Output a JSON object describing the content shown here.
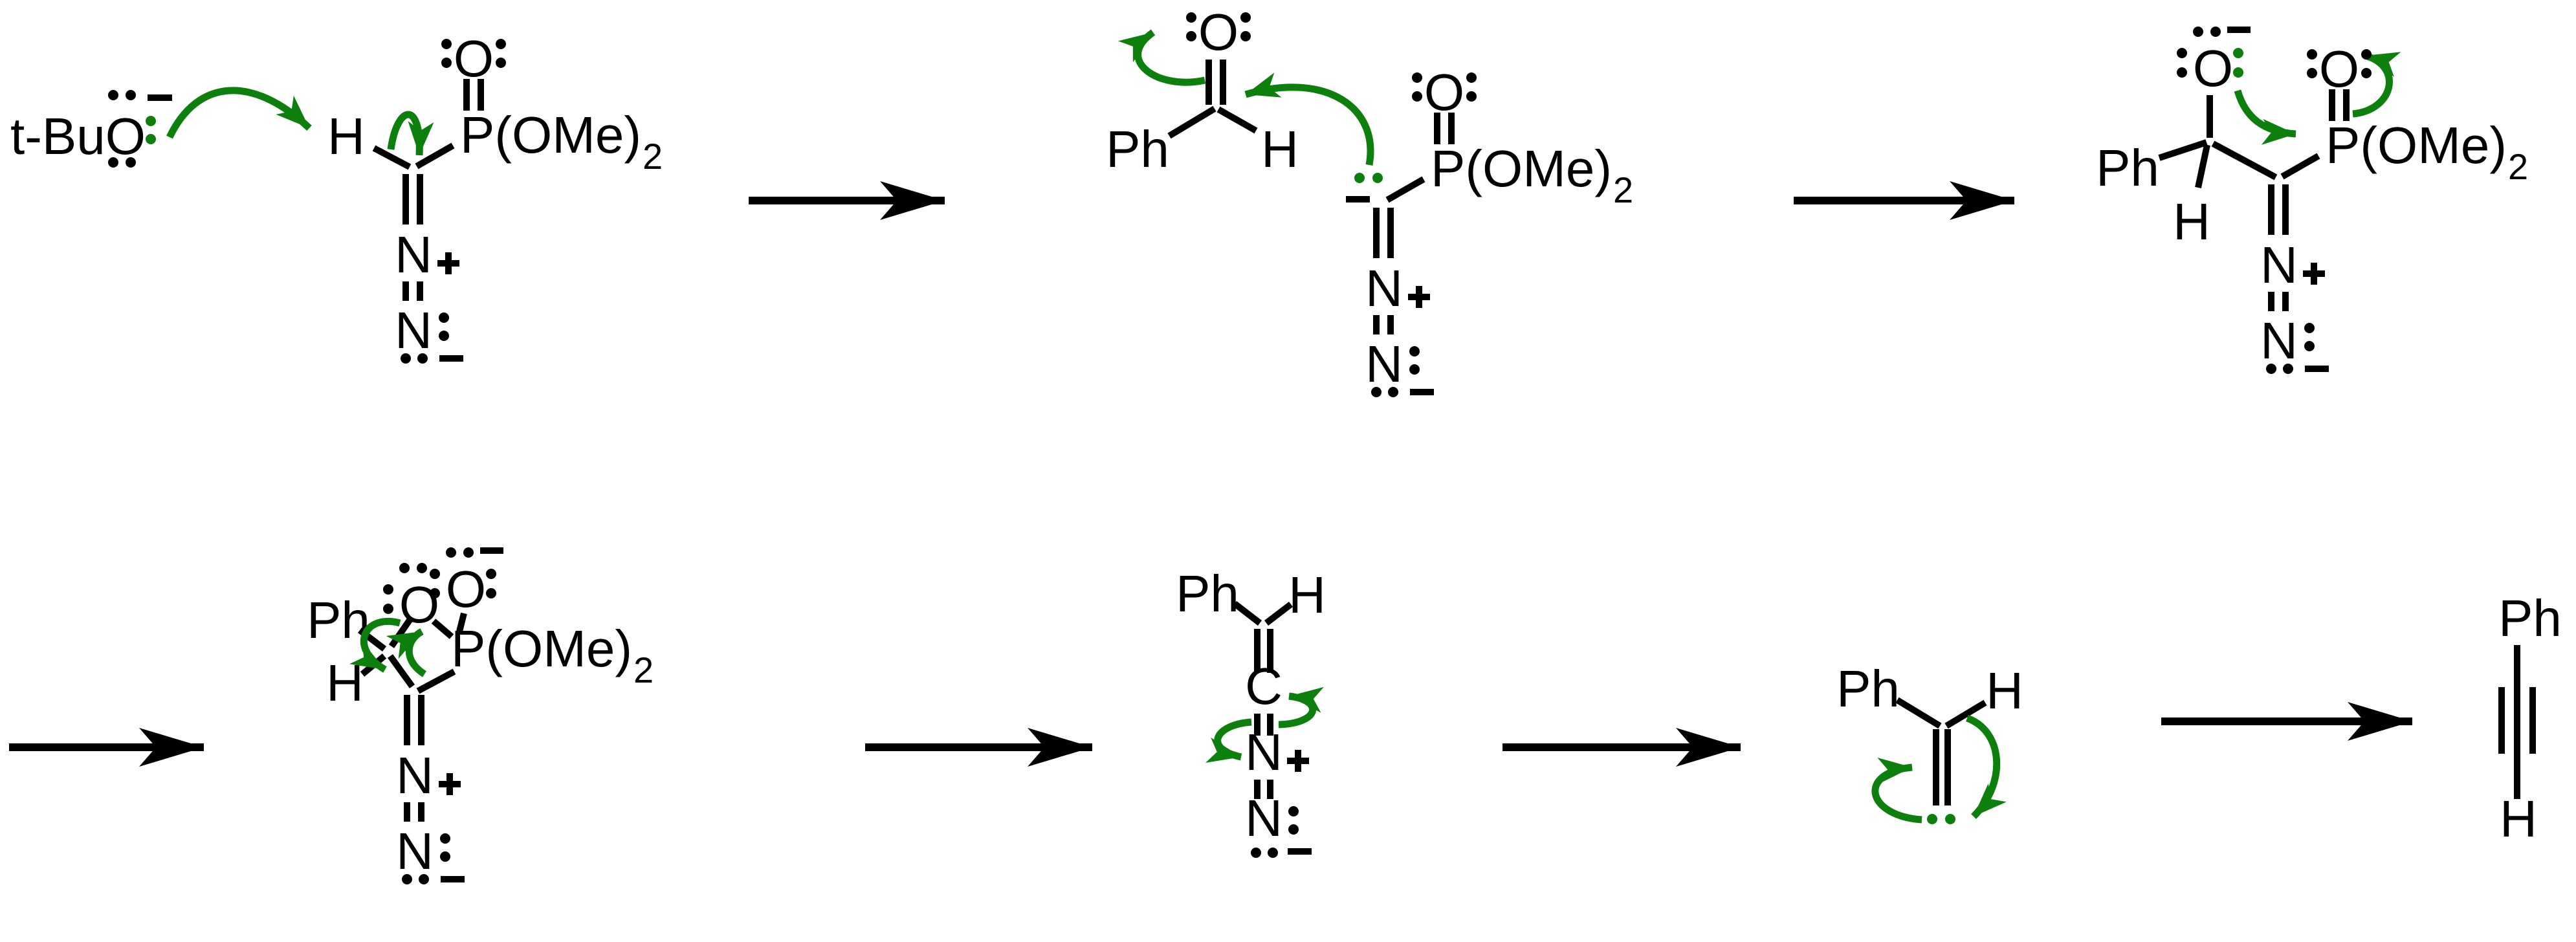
{
  "figure": {
    "type": "reaction-mechanism-scheme",
    "background": "#ffffff"
  },
  "colors": {
    "ink": "#000000",
    "curved_electron_arrow": "#0d7f0d"
  },
  "labels": {
    "t_butoxide": "t-BuO",
    "hydrogen": "H",
    "oxygen": "O",
    "nitrogen": "N",
    "carbon": "C",
    "phenyl": "Ph",
    "phosphonate": "P(OMe)",
    "subscript_two": "2"
  },
  "charges": {
    "plus": "+",
    "minus": "−"
  }
}
